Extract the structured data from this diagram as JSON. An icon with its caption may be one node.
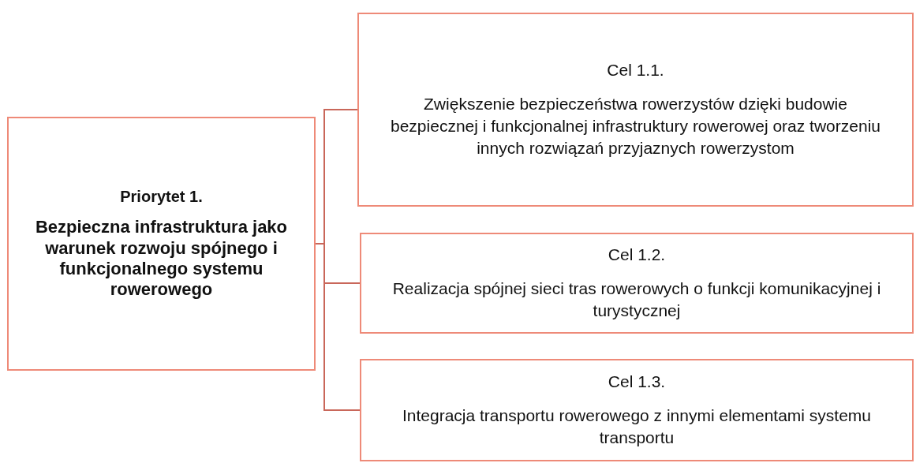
{
  "diagram": {
    "nodes": [
      {
        "text": [
          "Priorytet 1.",
          "Bezpieczna infrastruktura jako warunek rozwoju spójnego i funkcjonalnego systemu rowerowego"
        ]
      },
      {
        "text": [
          "Cel 1.1.",
          "Zwiększenie bezpieczeństwa rowerzystów dzięki budowie bezpiecznej i funkcjonalnej infrastruktury rowerowej oraz tworzeniu innych rozwiązań przyjaznych rowerzystom"
        ]
      },
      {
        "text": [
          "Cel 1.2.",
          "Realizacja spójnej sieci tras rowerowych o funkcji komunikacyjnej i turystycznej"
        ]
      },
      {
        "text": [
          "Cel 1.3.",
          "Integracja transportu rowerowego z innymi elementami systemu transportu"
        ]
      }
    ],
    "edges": [
      {
        "from": 0,
        "to": 1,
        "arrow": "none"
      },
      {
        "from": 0,
        "to": 2,
        "arrow": "none"
      },
      {
        "from": 0,
        "to": 3,
        "arrow": "none"
      }
    ]
  }
}
